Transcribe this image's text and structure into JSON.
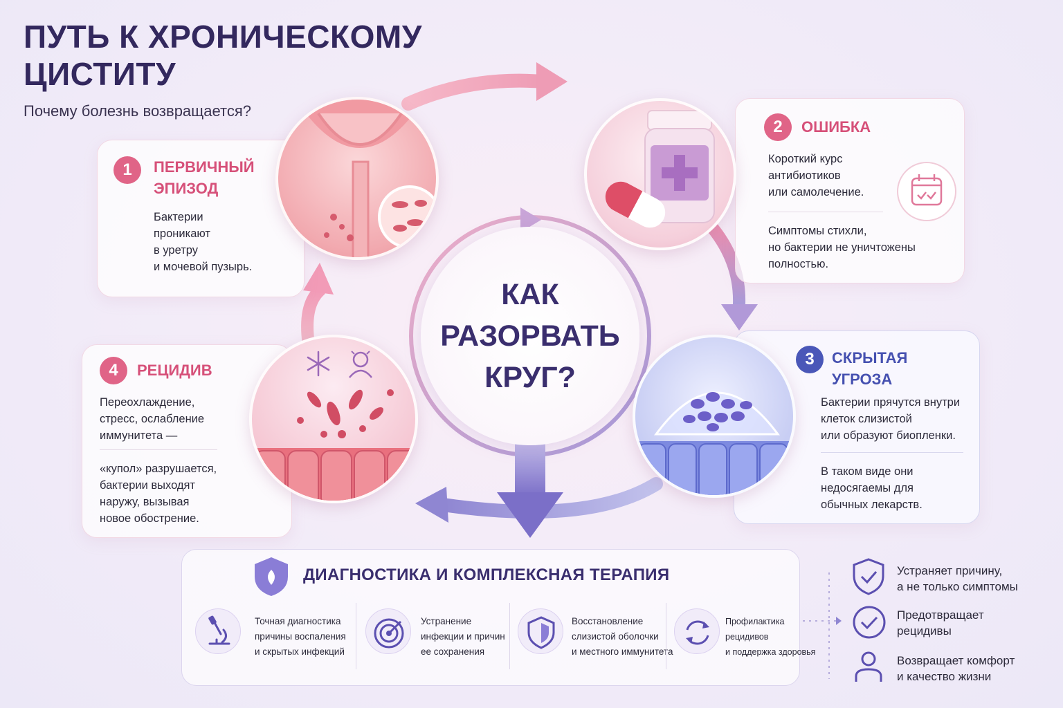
{
  "header": {
    "title_line1": "ПУТЬ К ХРОНИЧЕСКОМУ",
    "title_line2": "ЦИСТИТУ",
    "subtitle": "Почему болезнь возвращается?"
  },
  "center": {
    "line1": "КАК",
    "line2": "РАЗОРВАТЬ",
    "line3": "КРУГ?"
  },
  "steps": [
    {
      "num": "1",
      "title1": "ПЕРВИЧНЫЙ",
      "title2": "ЭПИЗОД",
      "text": [
        "Бактерии",
        "проникают",
        "в уретру",
        "и мочевой пузырь."
      ]
    },
    {
      "num": "2",
      "title1": "ОШИБКА",
      "text": [
        "Короткий курс",
        "антибиотиков",
        "или самолечение."
      ],
      "text2": [
        "Симптомы стихли,",
        "но бактерии не уничтожены",
        "полностью."
      ]
    },
    {
      "num": "3",
      "title1": "СКРЫТАЯ",
      "title2": "УГРОЗА",
      "text": [
        "Бактерии прячутся внутри",
        "клеток слизистой",
        "или образуют биопленки."
      ],
      "text2": [
        "В таком виде они",
        "недосягаемы для",
        "обычных лекарств."
      ]
    },
    {
      "num": "4",
      "title1": "РЕЦИДИВ",
      "text": [
        "Переохлаждение,",
        "стресс, ослабление",
        "иммунитета —"
      ],
      "text2": [
        "«купол» разрушается,",
        "бактерии выходят",
        "наружу, вызывая",
        "новое обострение."
      ]
    }
  ],
  "therapy": {
    "title": "ДИАГНОСТИКА И КОМПЛЕКСНАЯ ТЕРАПИЯ",
    "items": [
      {
        "icon": "microscope-icon",
        "lines": [
          "Точная диагностика",
          "причины воспаления",
          "и скрытых инфекций"
        ]
      },
      {
        "icon": "target-icon",
        "lines": [
          "Устранение",
          "инфекции и причин",
          "ее сохранения"
        ]
      },
      {
        "icon": "shield-icon",
        "lines": [
          "Восстановление",
          "слизистой оболочки",
          "и местного иммунитета"
        ]
      },
      {
        "icon": "cycle-icon",
        "lines": [
          "Профилактика",
          "рецидивов",
          "и поддержка здоровья"
        ]
      }
    ]
  },
  "benefits": [
    {
      "icon": "shield-check-icon",
      "lines": [
        "Устраняет причину,",
        "а не только симптомы"
      ]
    },
    {
      "icon": "check-circle-icon",
      "lines": [
        "Предотвращает",
        "рецидивы"
      ]
    },
    {
      "icon": "person-icon",
      "lines": [
        "Возвращает комфорт",
        "и качество жизни"
      ]
    }
  ],
  "colors": {
    "pink": "#e06487",
    "blue": "#4a57b8",
    "navy": "#33285e",
    "lavender": "#a49ad8"
  }
}
